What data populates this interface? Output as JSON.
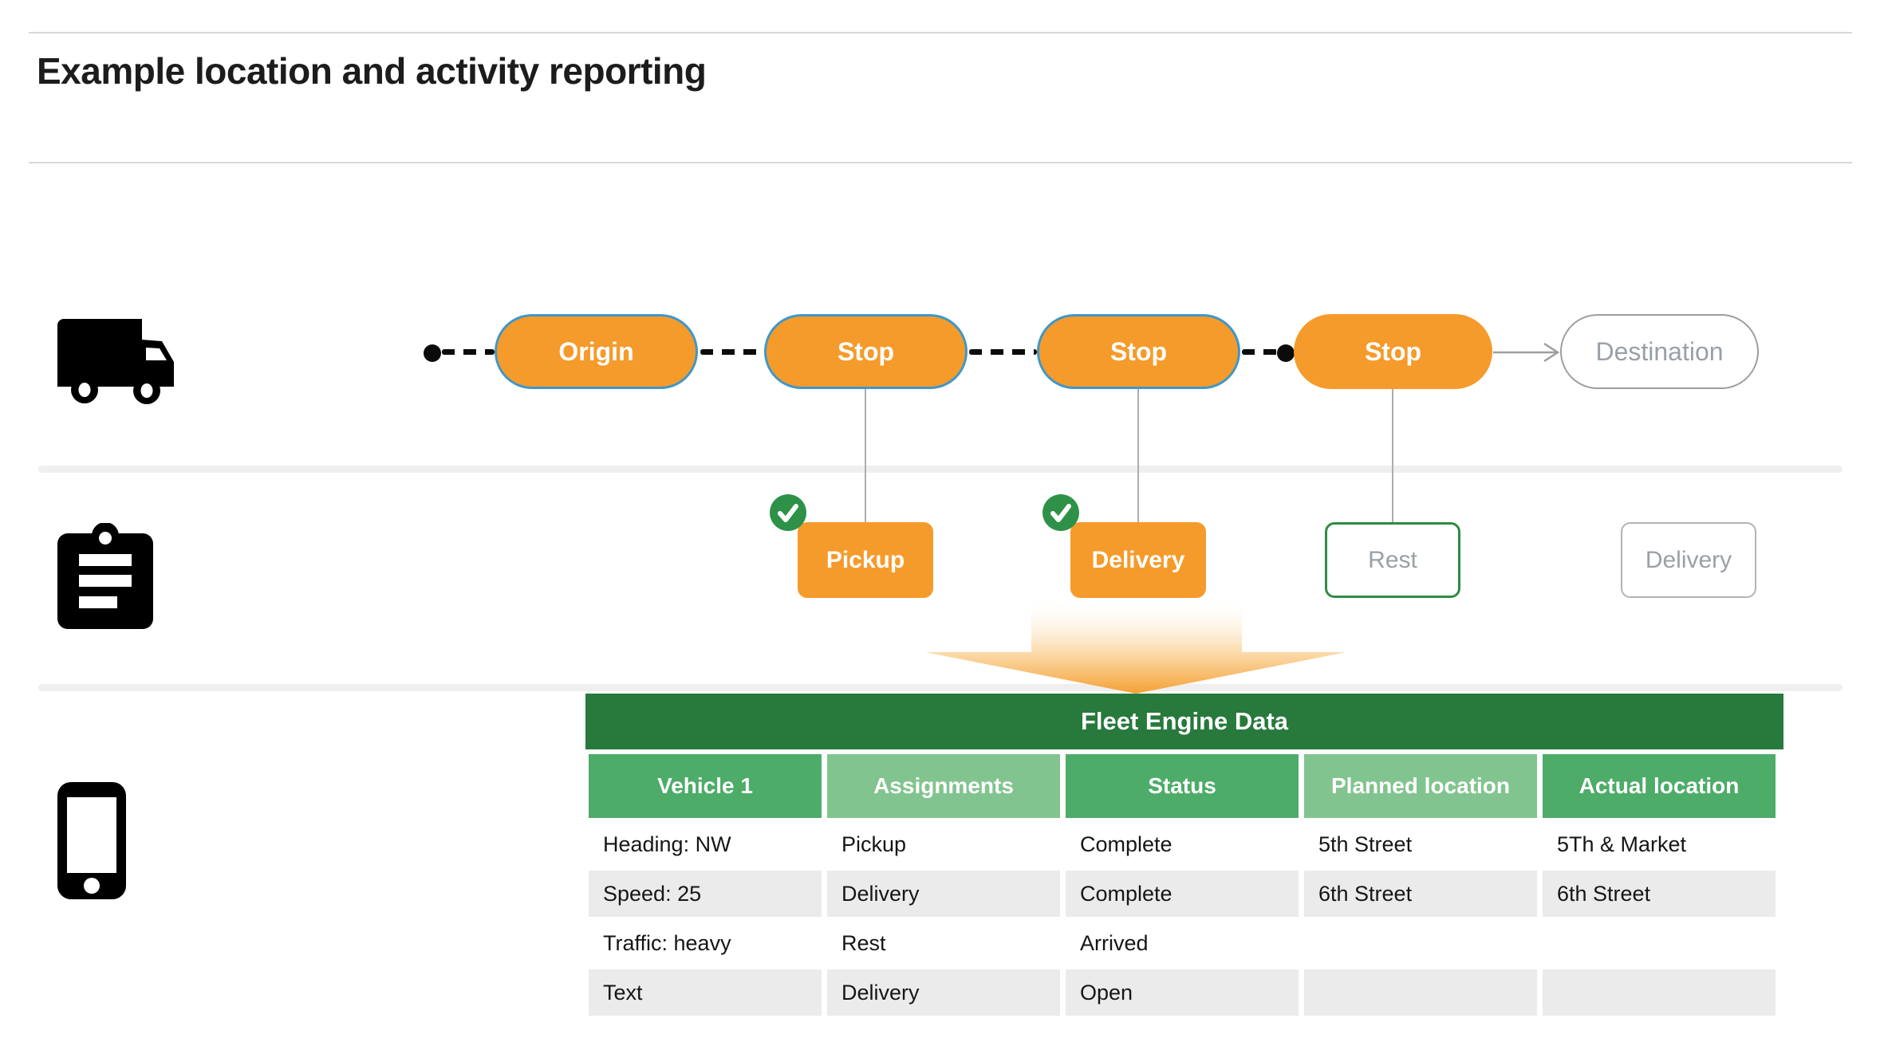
{
  "header": {
    "title": "Example location and activity reporting"
  },
  "route": {
    "stops": [
      {
        "label": "Origin",
        "style": "completed"
      },
      {
        "label": "Stop",
        "style": "completed"
      },
      {
        "label": "Stop",
        "style": "completed"
      },
      {
        "label": "Stop",
        "style": "active"
      },
      {
        "label": "Destination",
        "style": "upcoming"
      }
    ]
  },
  "activities": [
    {
      "label": "Pickup",
      "state": "done"
    },
    {
      "label": "Delivery",
      "state": "done"
    },
    {
      "label": "Rest",
      "state": "current"
    },
    {
      "label": "Delivery",
      "state": "upcoming"
    }
  ],
  "table": {
    "title": "Fleet Engine Data",
    "columns": [
      "Vehicle 1",
      "Assignments",
      "Status",
      "Planned location",
      "Actual location"
    ],
    "rows": [
      [
        "Heading: NW",
        "Pickup",
        "Complete",
        "5th Street",
        "5Th & Market"
      ],
      [
        "Speed: 25",
        "Delivery",
        "Complete",
        "6th Street",
        "6th Street"
      ],
      [
        "Traffic: heavy",
        "Rest",
        "Arrived",
        "",
        ""
      ],
      [
        "Text",
        "Delivery",
        "Open",
        "",
        ""
      ]
    ]
  },
  "icons": {
    "row1": "truck-icon",
    "row2": "clipboard-icon",
    "row3": "phone-icon",
    "badge": "check-icon"
  },
  "colors": {
    "orange": "#F59B2B",
    "pill-border": "#3F97C9",
    "check-green": "#2D9248",
    "rest-border": "#2E8B44",
    "band-green": "#27793C",
    "hdr-green": "#4CAC68",
    "hdr-green-light": "#82C48F",
    "row-gray": "#EBEBEB",
    "muted": "#9AA0A6"
  }
}
